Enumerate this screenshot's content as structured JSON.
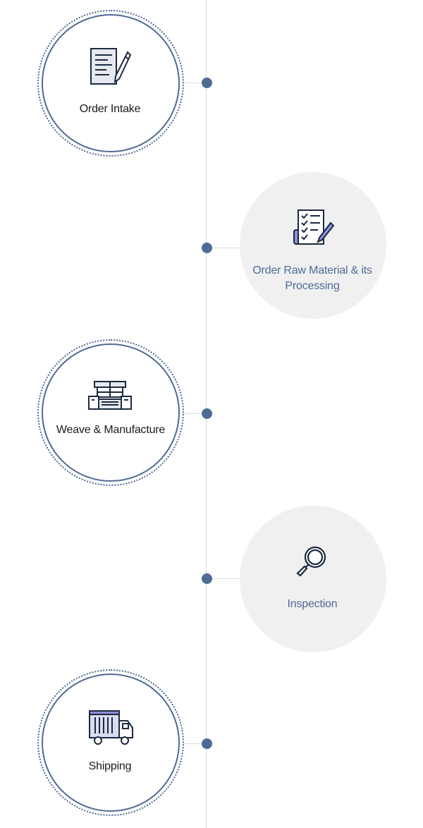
{
  "steps": [
    {
      "label": "Order Intake",
      "icon": "document-pen-icon",
      "style": "outline"
    },
    {
      "label": "Order Raw Material & its Processing",
      "icon": "checklist-pen-icon",
      "style": "filled"
    },
    {
      "label": "Weave & Manufacture",
      "icon": "loom-machine-icon",
      "style": "outline"
    },
    {
      "label": "Inspection",
      "icon": "magnifier-icon",
      "style": "filled"
    },
    {
      "label": "Shipping",
      "icon": "truck-icon",
      "style": "outline"
    }
  ],
  "colors": {
    "accent": "#4f6a95",
    "dark": "#1b1b1b",
    "filled_bg": "#f0f0f0",
    "line": "#dcdcdc"
  }
}
